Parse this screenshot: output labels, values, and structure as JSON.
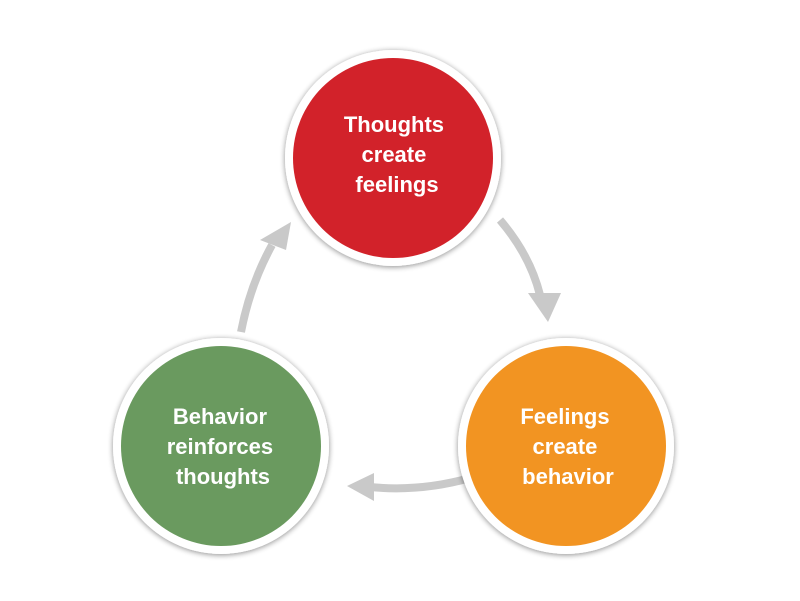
{
  "nodes": [
    {
      "id": "thoughts",
      "lines": [
        "Thoughts",
        "create",
        "feelings"
      ],
      "color": "#d2232a"
    },
    {
      "id": "feelings",
      "lines": [
        "Feelings",
        "create",
        "behavior"
      ],
      "color": "#f29420"
    },
    {
      "id": "behavior",
      "lines": [
        "Behavior",
        "reinforces",
        "thoughts"
      ],
      "color": "#6a9a5e"
    }
  ],
  "colors": {
    "arrow": "#c9c9c9",
    "ring": "#ffffff",
    "shadow": "#bdbdbd"
  },
  "edges": [
    {
      "from": "thoughts",
      "to": "feelings"
    },
    {
      "from": "feelings",
      "to": "behavior"
    },
    {
      "from": "behavior",
      "to": "thoughts"
    }
  ]
}
